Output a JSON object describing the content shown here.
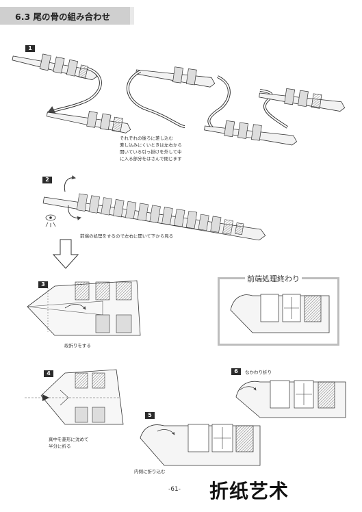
{
  "header": {
    "title": "6.3 尾の骨の組み合わせ"
  },
  "steps": [
    {
      "number": "1",
      "notes": [
        "それぞれの後ろに差し込む",
        "差し込みにくいときは左右から",
        "開いている引っ掛けを外して中",
        "に入る部分をはさんで閉じます"
      ]
    },
    {
      "number": "2",
      "notes": [
        "前端の処理をするので左右に開いて下から見る"
      ]
    },
    {
      "number": "3",
      "notes": [
        "段折りをする"
      ]
    },
    {
      "number": "4",
      "notes": [
        "真中を菱形に沈めて",
        "半分に折る"
      ]
    },
    {
      "number": "5",
      "notes": [
        "内側に折り込む"
      ]
    },
    {
      "number": "6",
      "notes": [
        "なかわり折り"
      ]
    }
  ],
  "result_box": {
    "title": "前端処理終わり"
  },
  "footer": {
    "page_number": "-61-"
  },
  "watermark": {
    "text": "折纸艺术"
  }
}
